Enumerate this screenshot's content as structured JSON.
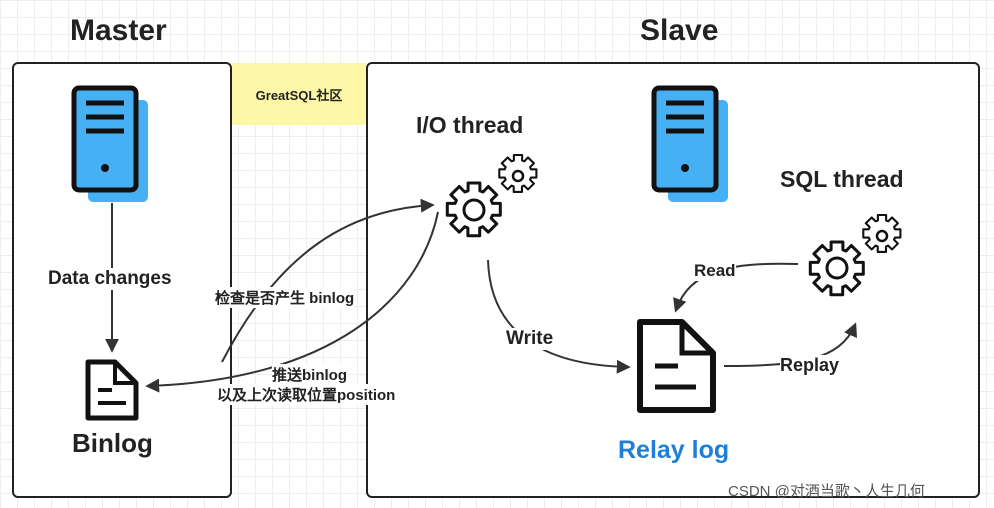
{
  "master": {
    "title": "Master",
    "data_changes": "Data changes",
    "binlog": "Binlog"
  },
  "slave": {
    "title": "Slave",
    "io_thread": "I/O thread",
    "sql_thread": "SQL thread",
    "read": "Read",
    "write": "Write",
    "replay": "Replay",
    "relay_log": "Relay log"
  },
  "flows": {
    "check_binlog": "检查是否产生 binlog",
    "push_binlog_line1": "推送binlog",
    "push_binlog_line2": "以及上次读取位置position"
  },
  "sticky_note": "GreatSQL社区",
  "watermark": "CSDN @对酒当歌丶人生几何",
  "colors": {
    "server_blue": "#45b1f4",
    "relay_log_blue": "#1f7fd6",
    "note_yellow": "#fdf8a8"
  }
}
